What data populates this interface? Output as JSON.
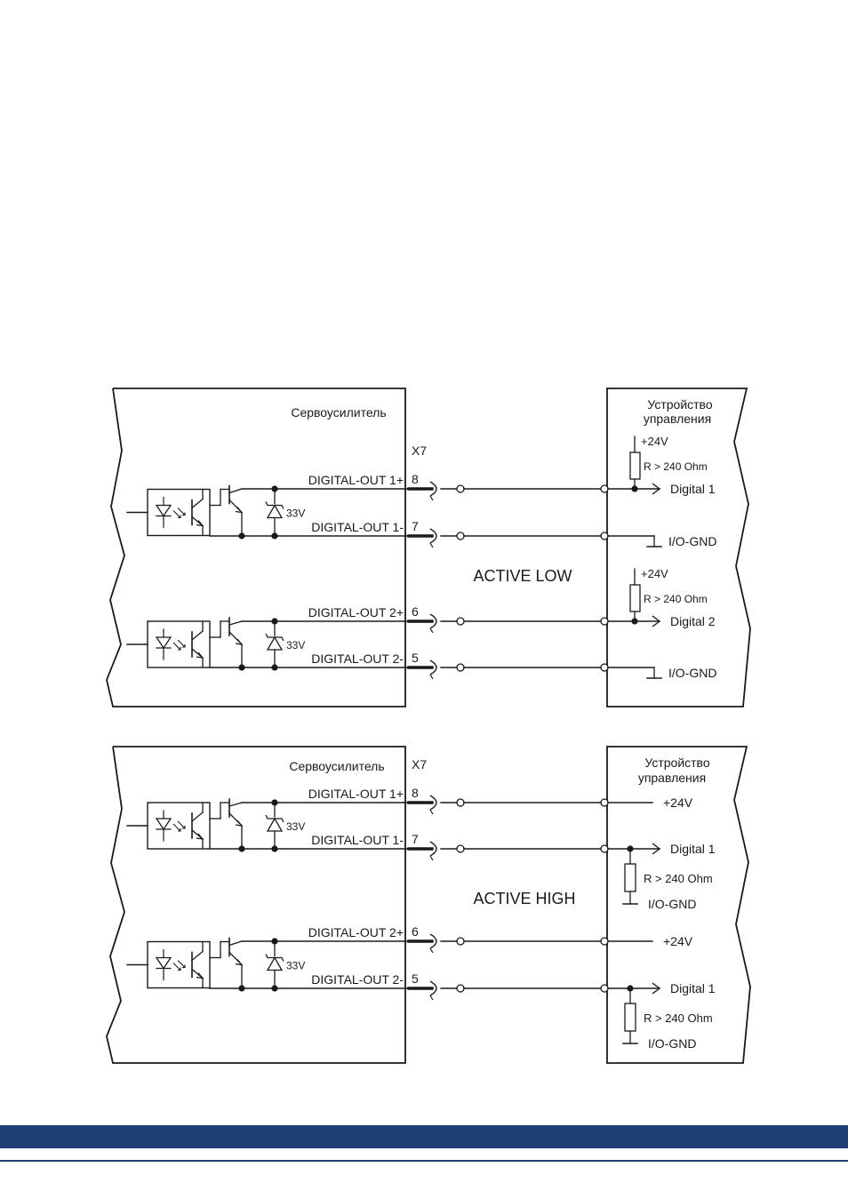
{
  "diagrams": [
    {
      "id": "low",
      "amp_title": "Сервоусилитель",
      "connector": "X7",
      "ctrl_title_1": "Устройство",
      "ctrl_title_2": "управления",
      "mode_label": "ACTIVE LOW",
      "channels": [
        {
          "out_plus": "DIGITAL-OUT 1+",
          "pin_plus": "8",
          "out_minus": "DIGITAL-OUT 1-",
          "pin_minus": "7",
          "zener": "33V",
          "supply": "+24V",
          "resistor": "R > 240 Ohm",
          "signal": "Digital 1",
          "gnd": "I/O-GND"
        },
        {
          "out_plus": "DIGITAL-OUT 2+",
          "pin_plus": "6",
          "out_minus": "DIGITAL-OUT 2-",
          "pin_minus": "5",
          "zener": "33V",
          "supply": "+24V",
          "resistor": "R > 240 Ohm",
          "signal": "Digital 2",
          "gnd": "I/O-GND"
        }
      ]
    },
    {
      "id": "high",
      "amp_title": "Сервоусилитель",
      "connector": "X7",
      "ctrl_title_1": "Устройство",
      "ctrl_title_2": "управления",
      "mode_label": "ACTIVE HIGH",
      "channels": [
        {
          "out_plus": "DIGITAL-OUT 1+",
          "pin_plus": "8",
          "out_minus": "DIGITAL-OUT 1-",
          "pin_minus": "7",
          "zener": "33V",
          "supply": "+24V",
          "resistor": "R > 240 Ohm",
          "signal": "Digital 1",
          "gnd": "I/O-GND"
        },
        {
          "out_plus": "DIGITAL-OUT 2+",
          "pin_plus": "6",
          "out_minus": "DIGITAL-OUT 2-",
          "pin_minus": "5",
          "zener": "33V",
          "supply": "+24V",
          "resistor": "R > 240 Ohm",
          "signal": "Digital 1",
          "gnd": "I/O-GND"
        }
      ]
    }
  ],
  "colors": {
    "line": "#1a1a1a",
    "footer": "#1f3f73"
  }
}
